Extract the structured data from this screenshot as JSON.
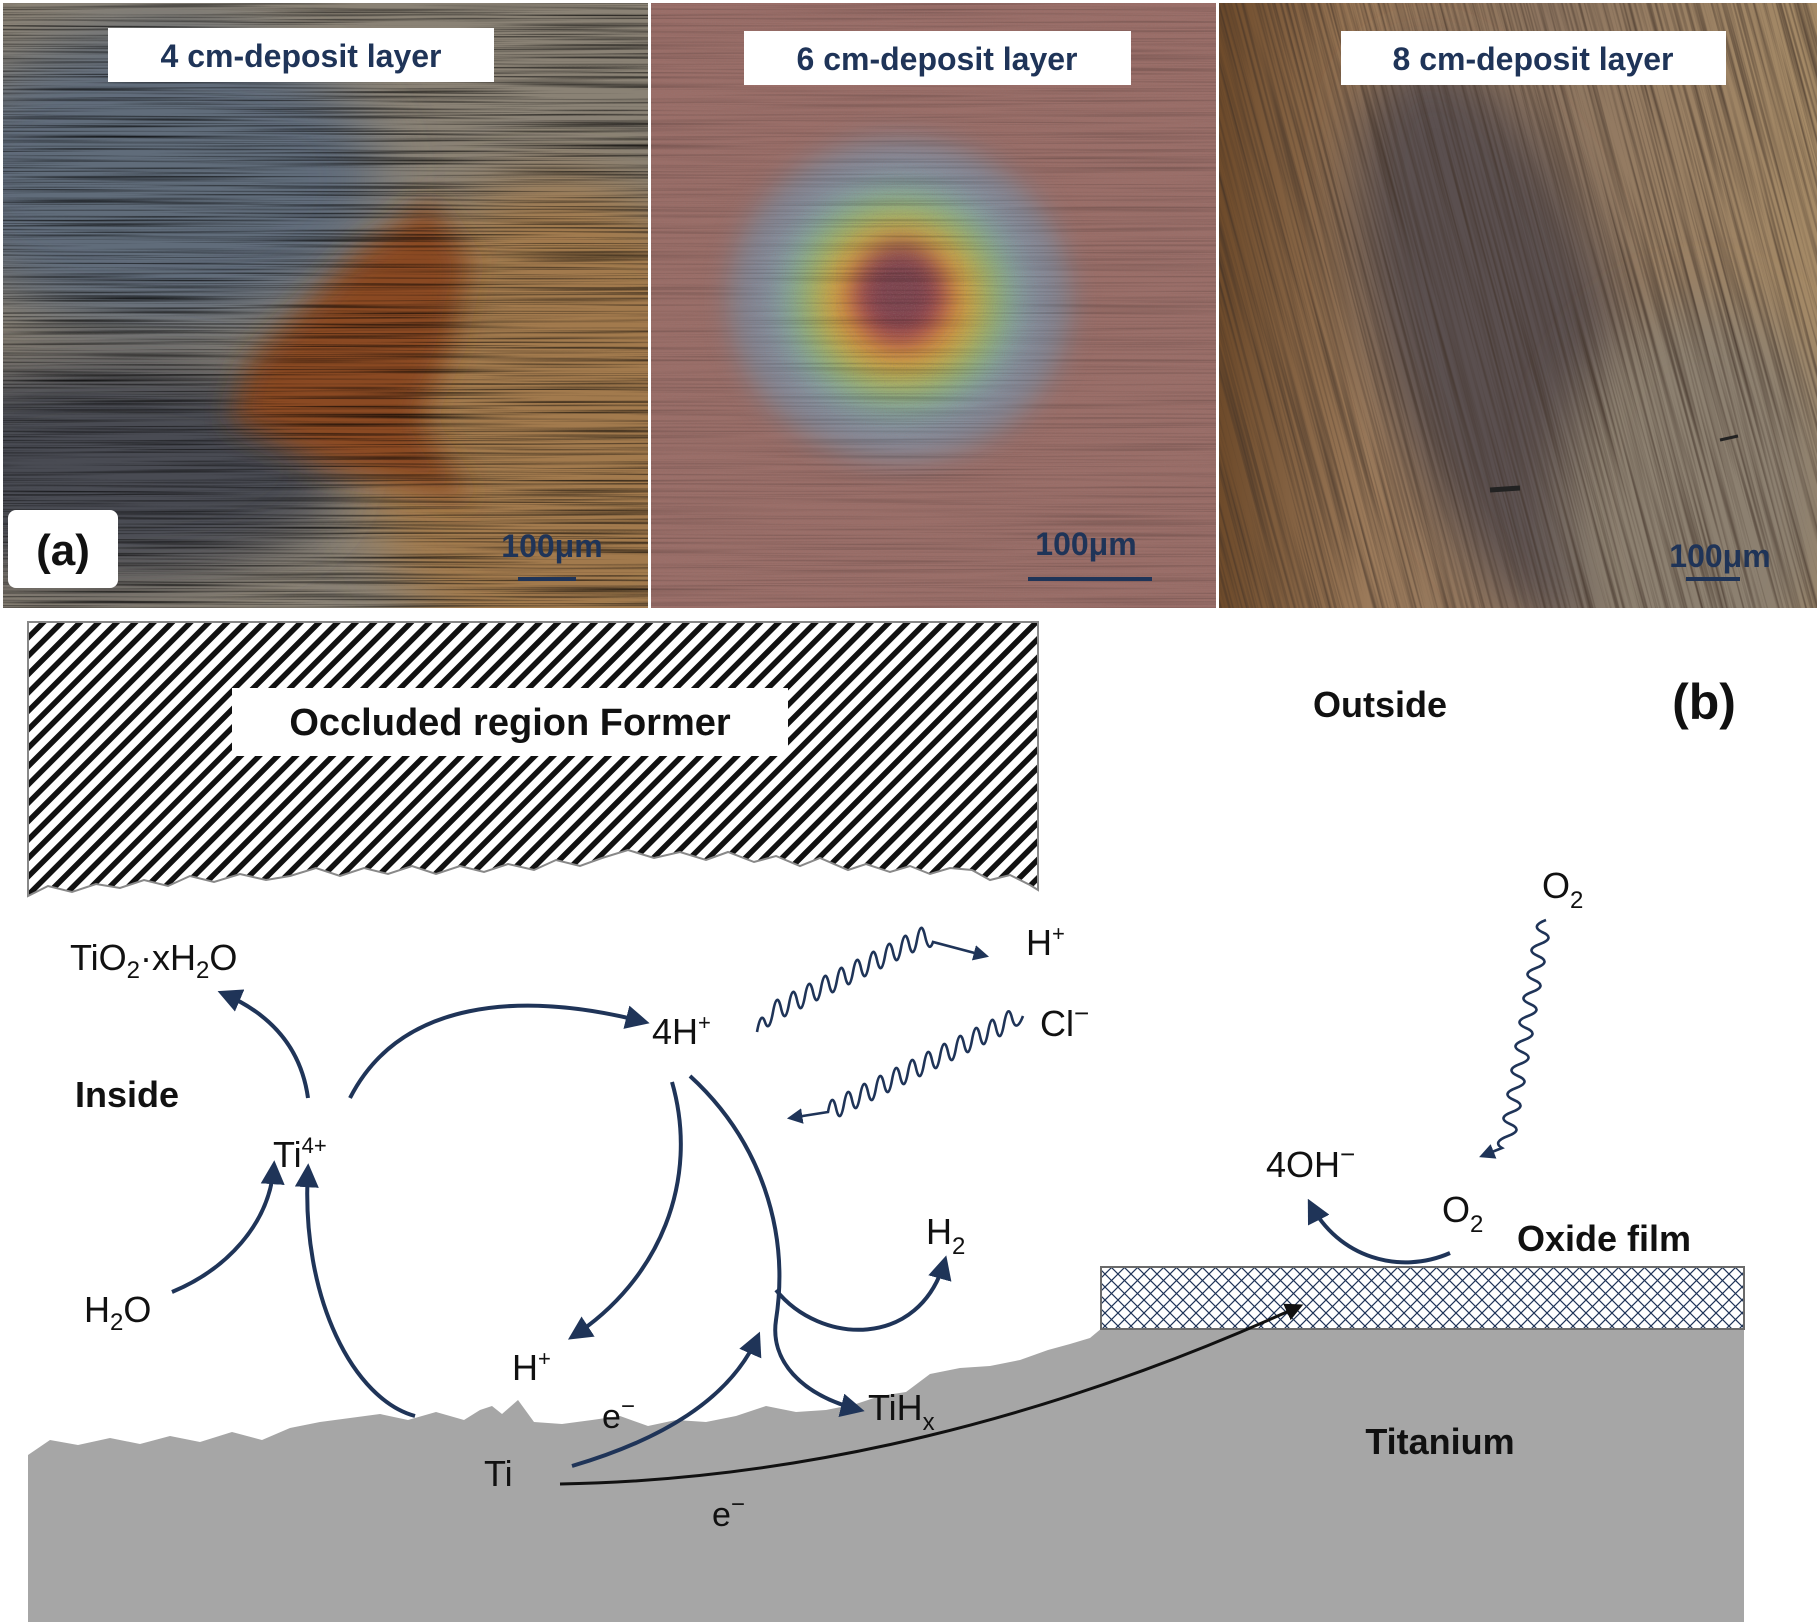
{
  "panel_a": {
    "label": "(a)",
    "images": [
      {
        "caption": "4 cm-deposit layer",
        "scale_bar": "100μm"
      },
      {
        "caption": "6 cm-deposit layer",
        "scale_bar": "100μm"
      },
      {
        "caption": "8 cm-deposit layer",
        "scale_bar": "100μm"
      }
    ]
  },
  "panel_b": {
    "label": "(b)",
    "former_label": "Occluded region Former",
    "outside_label": "Outside",
    "inside_label": "Inside",
    "oxide_film_label": "Oxide film",
    "titanium_label": "Titanium",
    "species": {
      "tio2": {
        "a": "TiO",
        "b": "2",
        "c": "·xH",
        "d": "2",
        "e": "O"
      },
      "ti4": {
        "a": "Ti",
        "b": "4+"
      },
      "h2o": {
        "a": "H",
        "b": "2",
        "c": "O"
      },
      "h4": {
        "a": "4H",
        "b": "+"
      },
      "h_plus_top": {
        "a": "H",
        "b": "+"
      },
      "cl": {
        "a": "Cl",
        "b": "−"
      },
      "h_plus_low": {
        "a": "H",
        "b": "+"
      },
      "h2": {
        "a": "H",
        "b": "2"
      },
      "tihx": {
        "a": "TiH",
        "b": "x"
      },
      "e_upper": {
        "a": "e",
        "b": "−"
      },
      "ti": "Ti",
      "e_lower": {
        "a": "e",
        "b": "−"
      },
      "oh": {
        "a": "4OH",
        "b": "−"
      },
      "o2_top": {
        "a": "O",
        "b": "2"
      },
      "o2_mid": {
        "a": "O",
        "b": "2"
      }
    }
  },
  "colors": {
    "arrow": "#1f3458",
    "metal": "#a6a6a6",
    "hatch": "#111111"
  }
}
